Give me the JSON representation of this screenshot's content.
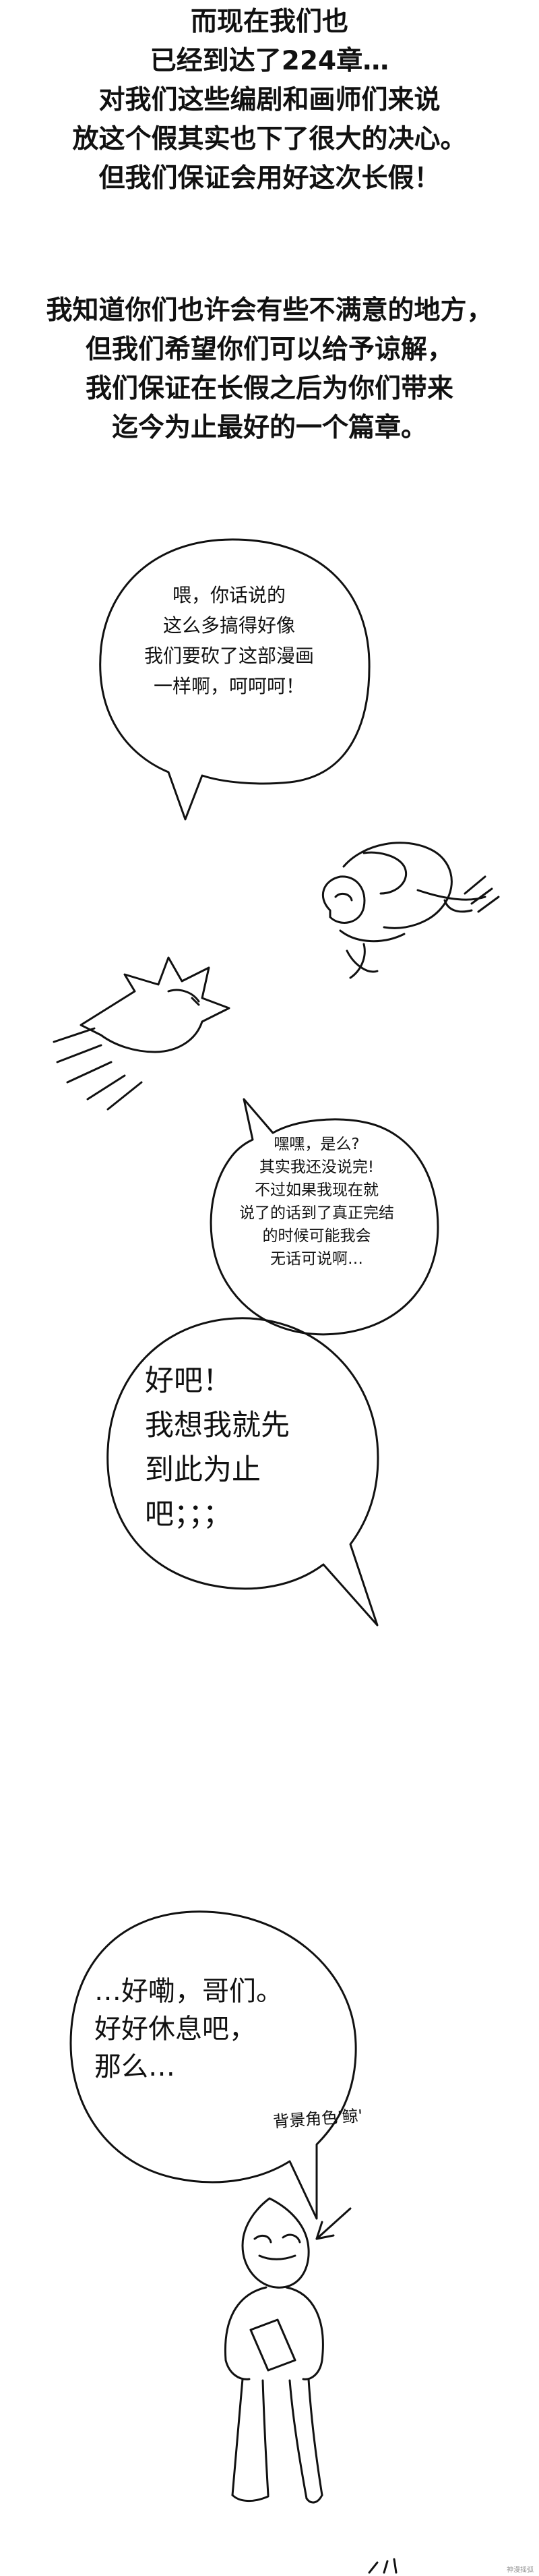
{
  "intro": {
    "lines": [
      "而现在我们也",
      "已经到达了224章…",
      "对我们这些编剧和画师们来说",
      "放这个假其实也下了很大的决心。",
      "但我们保证会用好这次长假！"
    ]
  },
  "apology": {
    "lines": [
      "我知道你们也许会有些不满意的地方，",
      "但我们希望你们可以给予谅解，",
      "我们保证在长假之后为你们带来",
      "迄今为止最好的一个篇章。"
    ]
  },
  "bubble1": {
    "lines": [
      "喂，你话说的",
      "这么多搞得好像",
      "我们要砍了这部漫画",
      "一样啊，呵呵呵！"
    ]
  },
  "bubble2": {
    "lines": [
      "嘿嘿，是么?",
      "其实我还没说完!",
      "不过如果我现在就",
      "说了的话到了真正完结",
      "的时候可能我会",
      "无话可说啊…"
    ]
  },
  "bubble3": {
    "lines": [
      "好吧！",
      "我想我就先",
      "到此为止",
      "吧；；；"
    ]
  },
  "bubble4": {
    "lines": [
      "…好嘞，哥们。",
      "好好休息吧，",
      "那么…"
    ]
  },
  "annotation": {
    "text": "背景角色'鲸'"
  },
  "watermark": {
    "text": "神漫摇弧"
  }
}
